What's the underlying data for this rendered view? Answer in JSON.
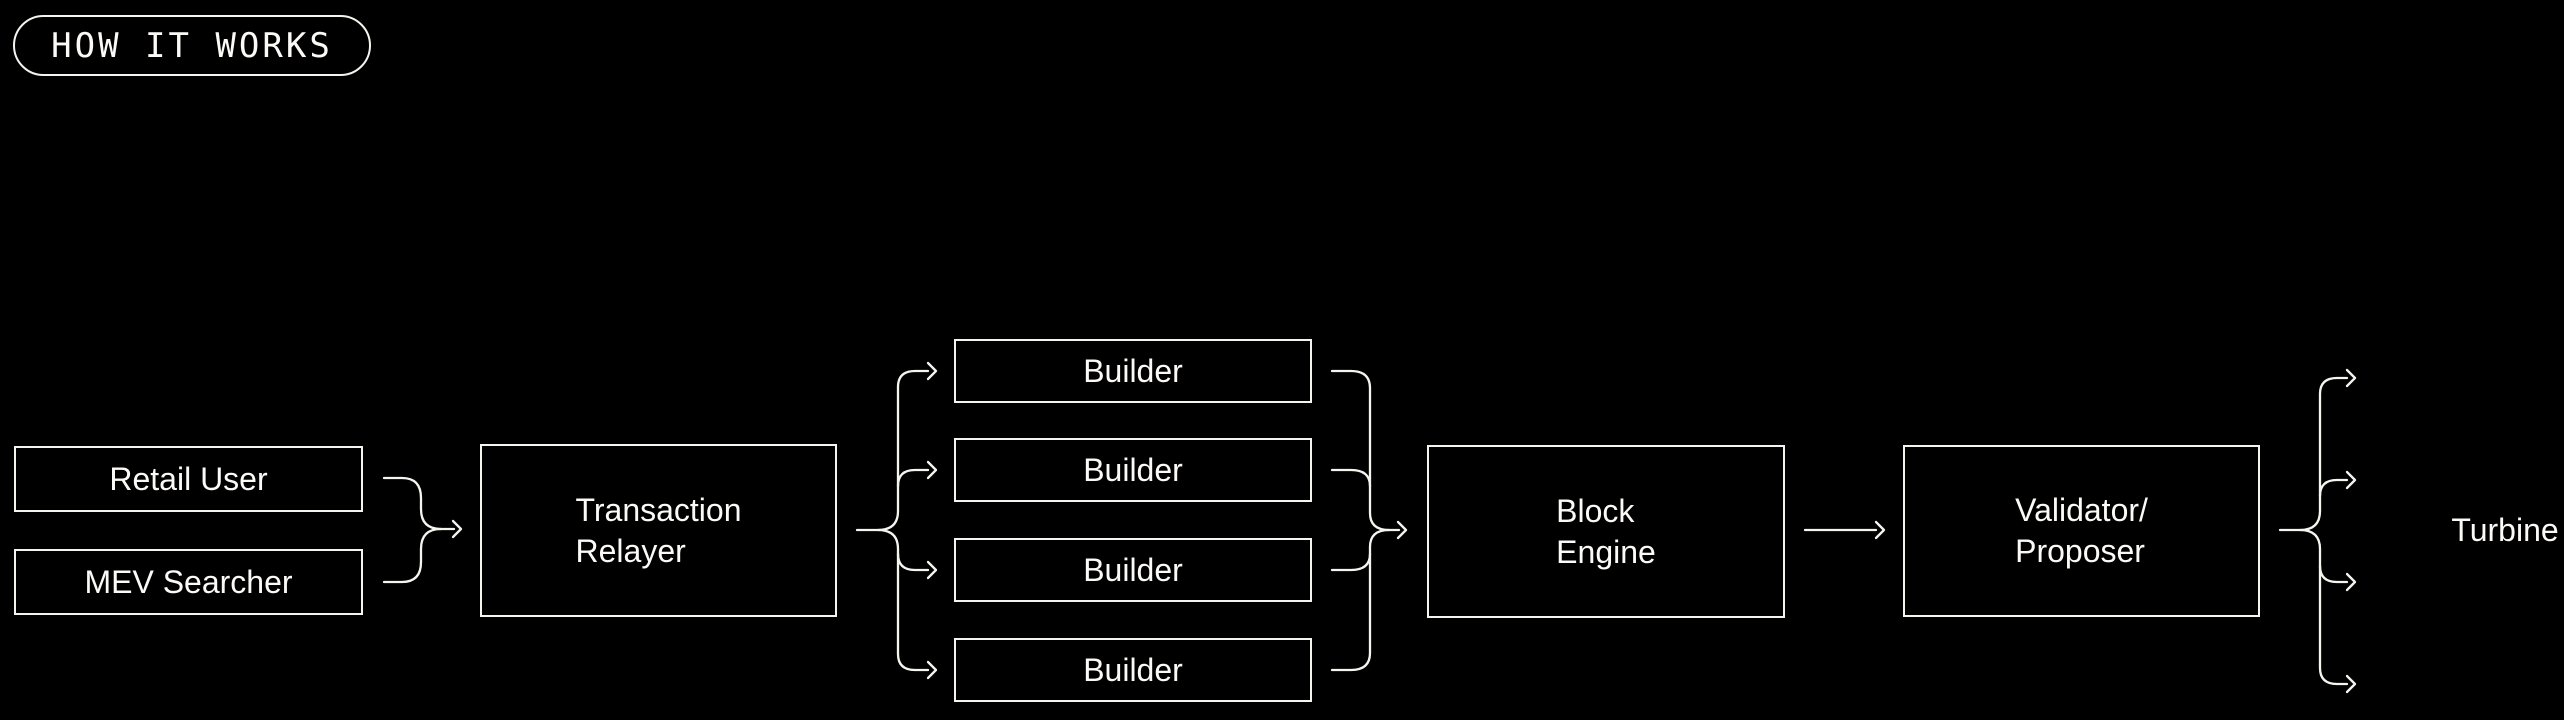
{
  "theme": {
    "bg": "#000000",
    "stroke": "#f6f4ef",
    "text": "#fbfaf7"
  },
  "badge": {
    "label": "HOW IT WORKS"
  },
  "nodes": {
    "retail_user": {
      "label": "Retail User"
    },
    "mev_searcher": {
      "label": "MEV Searcher"
    },
    "transaction_relayer": {
      "line1": "Transaction",
      "line2": "Relayer"
    },
    "builders": [
      {
        "label": "Builder"
      },
      {
        "label": "Builder"
      },
      {
        "label": "Builder"
      },
      {
        "label": "Builder"
      }
    ],
    "block_engine": {
      "line1": "Block",
      "line2": "Engine"
    },
    "validator_proposer": {
      "line1": "Validator/",
      "line2": "Proposer"
    },
    "turbine": {
      "label": "Turbine"
    }
  }
}
